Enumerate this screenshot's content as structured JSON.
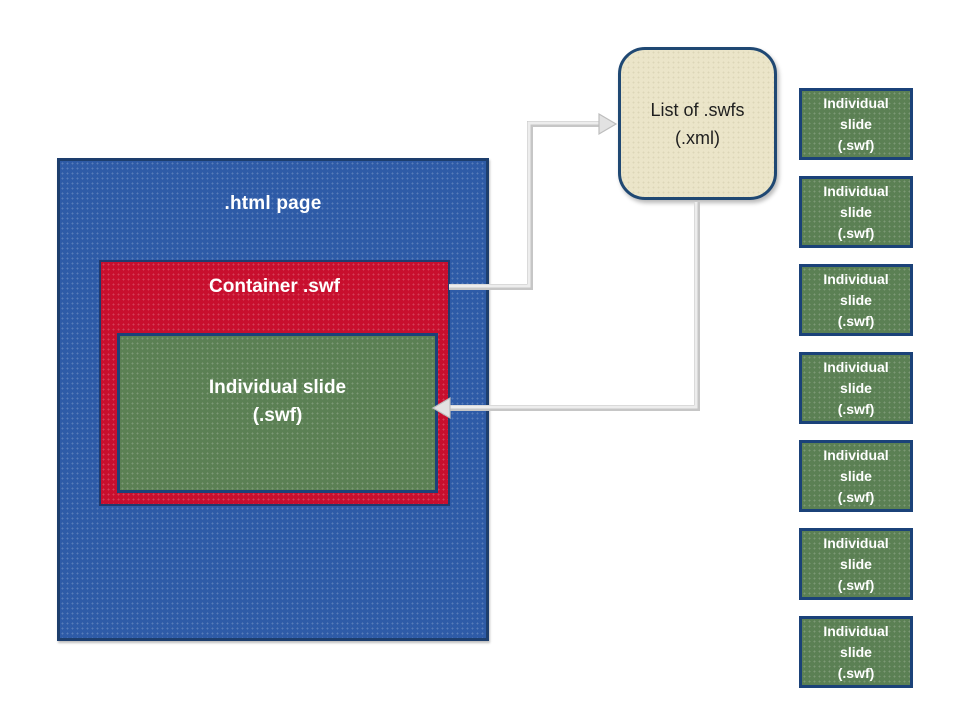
{
  "diagram": {
    "html_page": {
      "label": ".html page"
    },
    "container_swf": {
      "label": "Container .swf"
    },
    "individual_slide": {
      "label_line1": "Individual slide",
      "label_line2": "(.swf)"
    },
    "xml_list": {
      "label_line1": "List of .swfs",
      "label_line2": "(.xml)"
    },
    "slide_stack": {
      "count": 7,
      "item_label_lines": [
        "Individual",
        "slide",
        "(.swf)"
      ]
    },
    "arrows": [
      {
        "name": "container-to-xml-arrow",
        "from": "Container .swf",
        "to": "List of .swfs (.xml)"
      },
      {
        "name": "xml-to-slide-arrow",
        "from": "List of .swfs (.xml)",
        "to": "Individual slide (.swf)"
      }
    ],
    "colors": {
      "html_page_fill": "#2E5BA7",
      "html_page_border": "#1D3E6D",
      "container_fill": "#C80F2E",
      "container_border": "#1F3B6E",
      "slide_fill": "#5B8054",
      "slide_border": "#1B4279",
      "xml_fill": "#EBE5C9",
      "xml_border": "#1F4873",
      "arrow_gray": "#D9D9D9",
      "text_light": "#FFFFFF",
      "text_dark": "#1F1F1F"
    }
  }
}
